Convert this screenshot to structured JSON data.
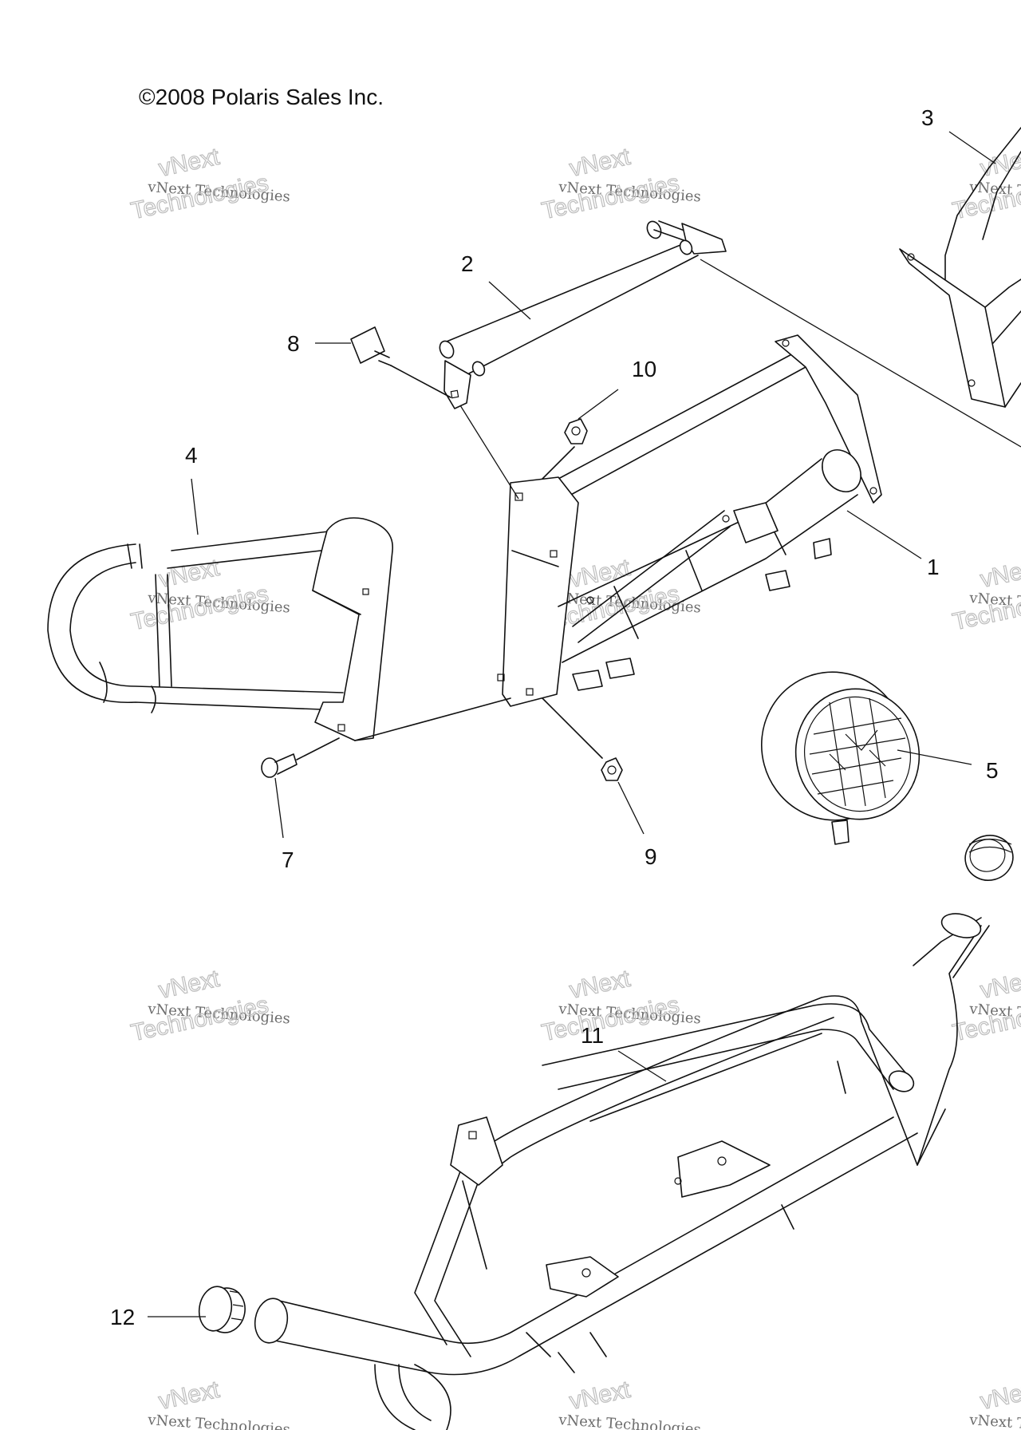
{
  "copyright": "©2008 Polaris Sales Inc.",
  "watermark": {
    "line1": "vNext Technologies",
    "line2": "vNext",
    "line3": "Technologies"
  },
  "callouts": [
    "1",
    "2",
    "3",
    "4",
    "5",
    "7",
    "8",
    "9",
    "10",
    "11",
    "12"
  ]
}
